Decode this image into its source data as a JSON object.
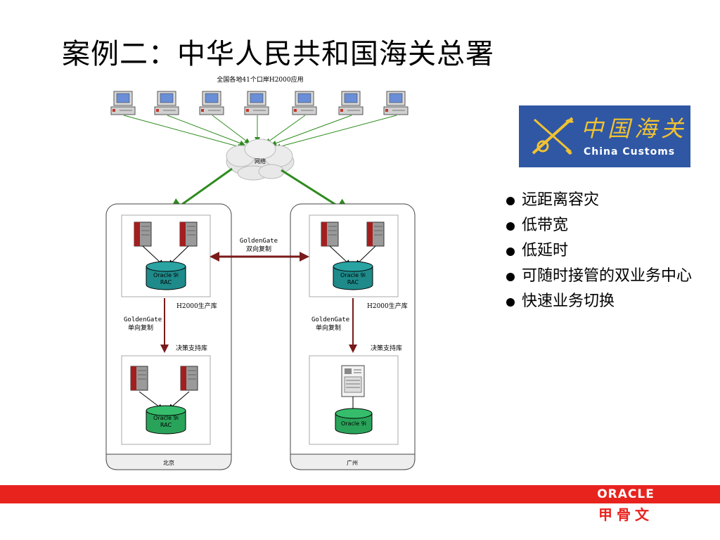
{
  "title": "案例二：中华人民共和国海关总署",
  "diagram": {
    "top_label": "全国各地41个口岸H2000应用",
    "network_label": "网络",
    "goldengate_bidirectional": [
      "GoldenGate",
      "双向复制"
    ],
    "sites": [
      {
        "name": "北京",
        "prod_db_label": "H2000生产库",
        "prod_db_text": [
          "Oracle 9i",
          "RAC"
        ],
        "replication_label": [
          "GoldenGate",
          "单向复制"
        ],
        "dss_label": "决策支持库",
        "dss_db_text": [
          "Oracle 9i",
          "RAC"
        ]
      },
      {
        "name": "广州",
        "prod_db_label": "H2000生产库",
        "prod_db_text": [
          "Oracle 9i",
          "RAC"
        ],
        "replication_label": [
          "GoldenGate",
          "单向复制"
        ],
        "dss_label": "决策支持库",
        "dss_db_text": [
          "Oracle 9i"
        ]
      }
    ]
  },
  "logo": {
    "chinese": "中国海关",
    "english": "China Customs"
  },
  "bullets": [
    "远距离容灾",
    "低带宽",
    "低延时",
    "可随时接管的双业务中心",
    "快速业务切换"
  ],
  "footer": {
    "brand": "ORACLE",
    "brand_cn": "甲骨文"
  },
  "colors": {
    "accent_red": "#e8231e",
    "db_teal": "#1f8a8a",
    "db_green": "#2aa35a",
    "arrow_green": "#2e8b1e",
    "replication_arrow": "#7a1a1a",
    "logo_blue": "#2f57a4"
  }
}
